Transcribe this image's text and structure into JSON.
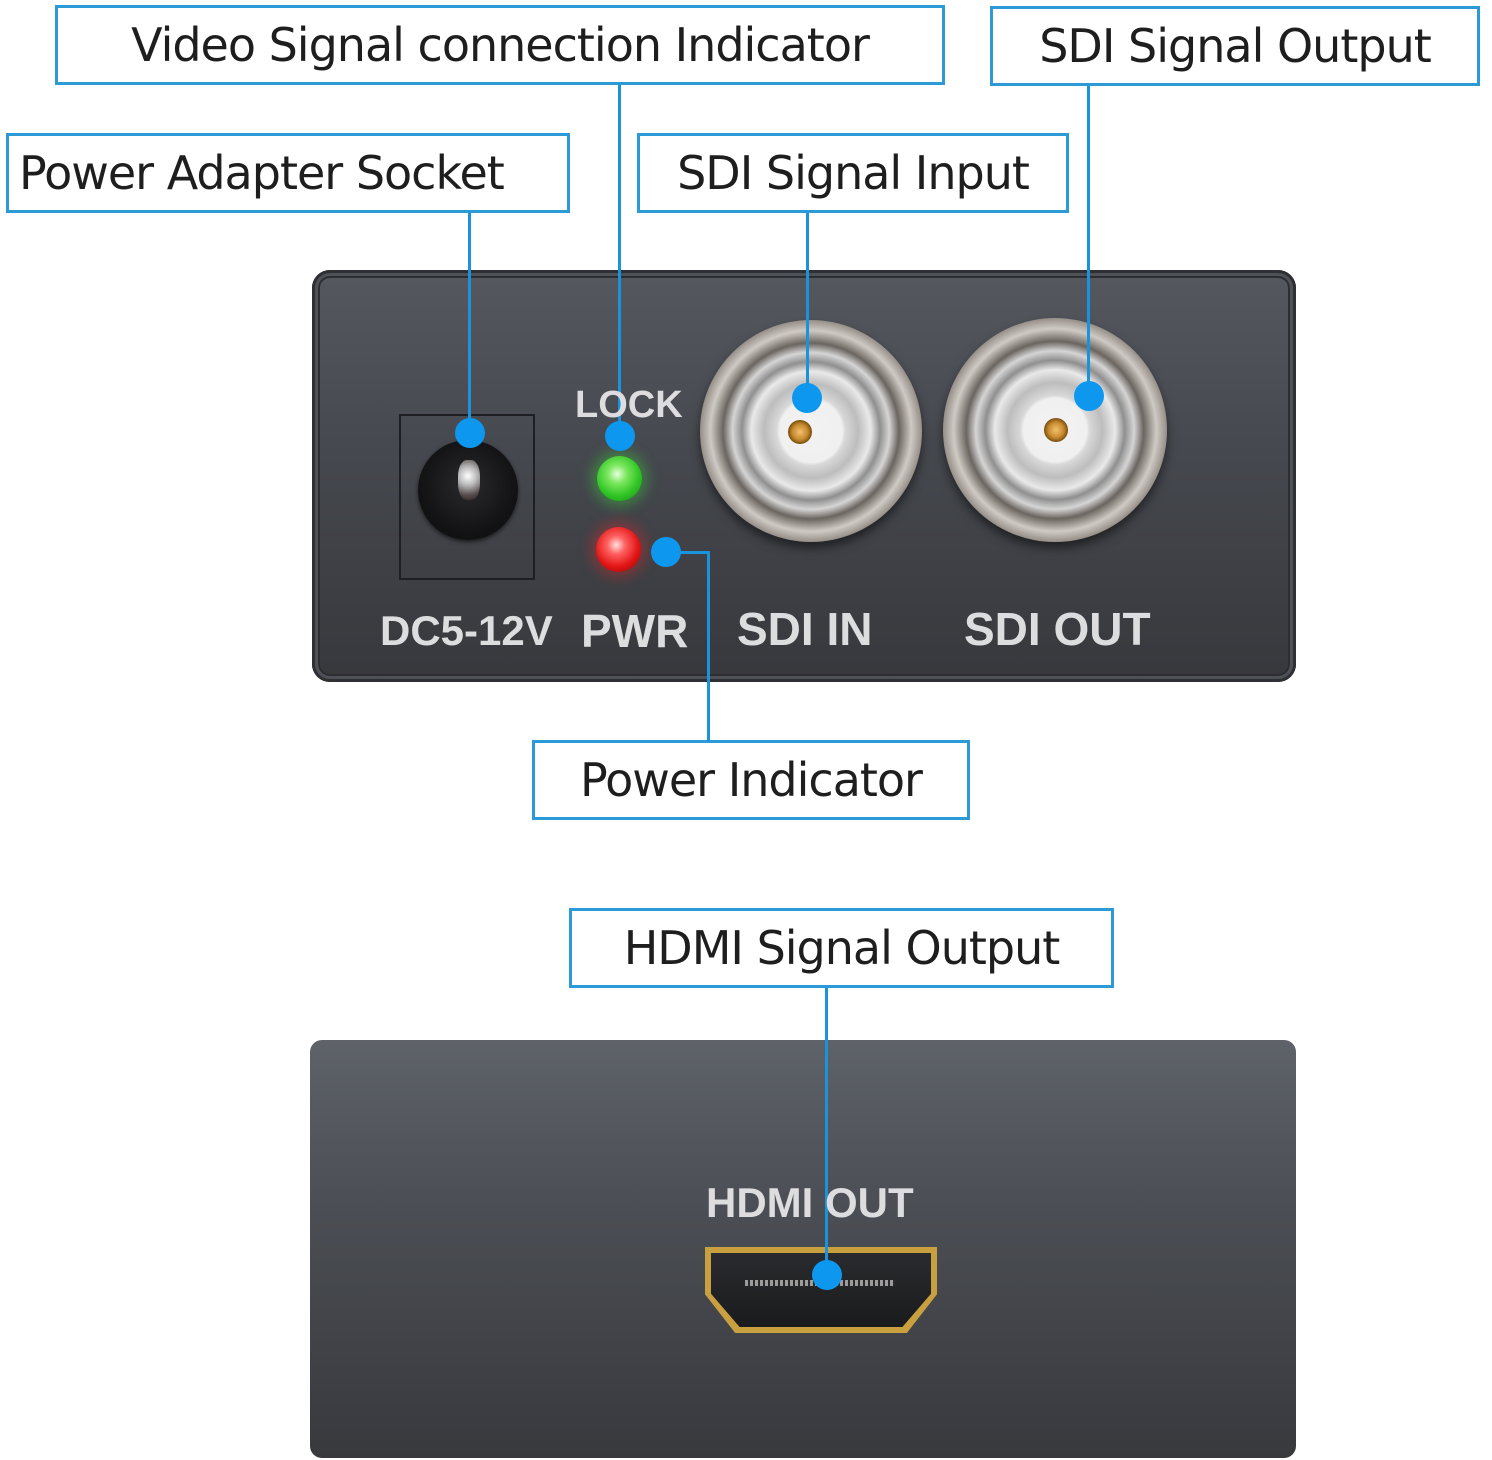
{
  "callouts": {
    "video_signal_indicator": "Video Signal connection Indicator",
    "power_adapter_socket": "Power Adapter Socket",
    "sdi_signal_input": "SDI Signal Input",
    "sdi_signal_output": "SDI Signal Output",
    "power_indicator": "Power Indicator",
    "hdmi_signal_output": "HDMI Signal Output"
  },
  "front_panel": {
    "labels": {
      "lock": "LOCK",
      "dc": "DC5-12V",
      "pwr": "PWR",
      "sdi_in": "SDI IN",
      "sdi_out": "SDI OUT"
    },
    "leds": [
      {
        "name": "LOCK",
        "color": "#2fc424"
      },
      {
        "name": "PWR",
        "color": "#e11414"
      }
    ]
  },
  "back_panel": {
    "labels": {
      "hdmi_out": "HDMI OUT"
    }
  },
  "colors": {
    "callout_border": "#2b9ad6",
    "leader_line": "#1a93dc",
    "marker_dot": "#0d97ee",
    "panel": "#45484e",
    "hdmi_gold": "#c9a040"
  }
}
